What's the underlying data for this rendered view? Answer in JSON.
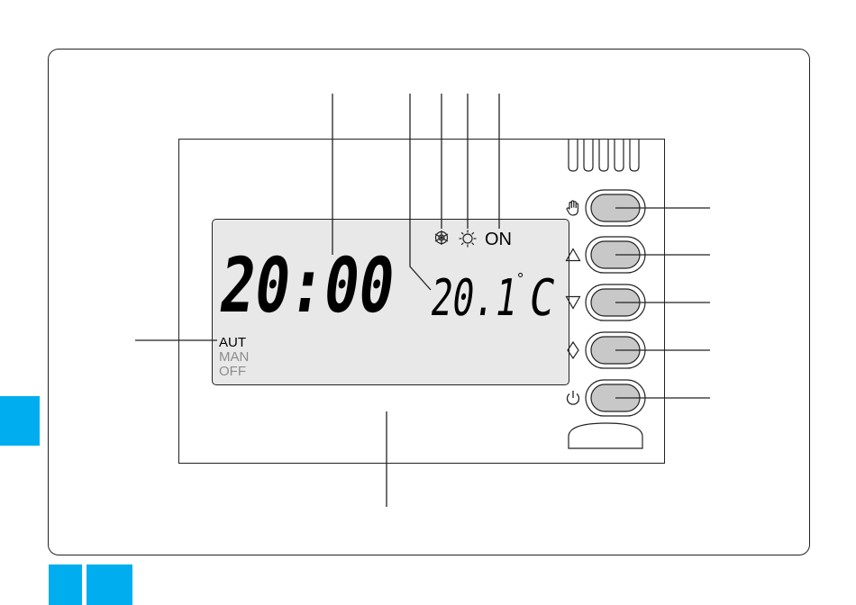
{
  "lcd": {
    "time": "20:00",
    "temperature": "20.1",
    "degree_symbol": "°",
    "unit": "C",
    "status_on": "ON",
    "modes": [
      "AUT",
      "MAN",
      "OFF"
    ],
    "active_mode": "AUT"
  },
  "lcd_icons": [
    "snowflake-icon",
    "sun-icon"
  ],
  "buttons": [
    {
      "icon": "hand-icon"
    },
    {
      "icon": "triangle-up-icon"
    },
    {
      "icon": "triangle-down-icon"
    },
    {
      "icon": "diamond-icon"
    },
    {
      "icon": "power-icon"
    }
  ],
  "colors": {
    "accent": "#00aeef",
    "lcd_background": "#e8e8e8",
    "button_fill": "#c8c8c8",
    "segment": "#000000",
    "inactive_mode": "#8c8c8c"
  }
}
